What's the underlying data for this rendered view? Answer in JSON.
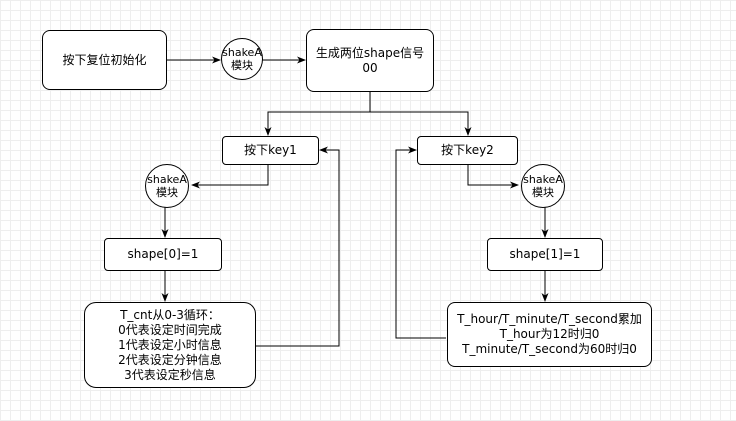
{
  "nodes": {
    "reset_init": "按下复位初始化",
    "shake_module_1": [
      "shakeA",
      "模块"
    ],
    "gen_shape": [
      "生成两位shape信号",
      "00"
    ],
    "press_key1": "按下key1",
    "press_key2": "按下key2",
    "shake_module_2": [
      "shakeA",
      "模块"
    ],
    "shake_module_3": [
      "shakeA",
      "模块"
    ],
    "shape0_set": "shape[0]=1",
    "shape1_set": "shape[1]=1",
    "tcnt_loop": [
      "T_cnt从0-3循环：",
      "0代表设定时间完成",
      "1代表设定小时信息",
      "2代表设定分钟信息",
      "3代表设定秒信息"
    ],
    "time_accumulate": [
      "T_hour/T_minute/T_second累加",
      "T_hour为12时归0",
      "T_minute/T_second为60时归0"
    ]
  }
}
